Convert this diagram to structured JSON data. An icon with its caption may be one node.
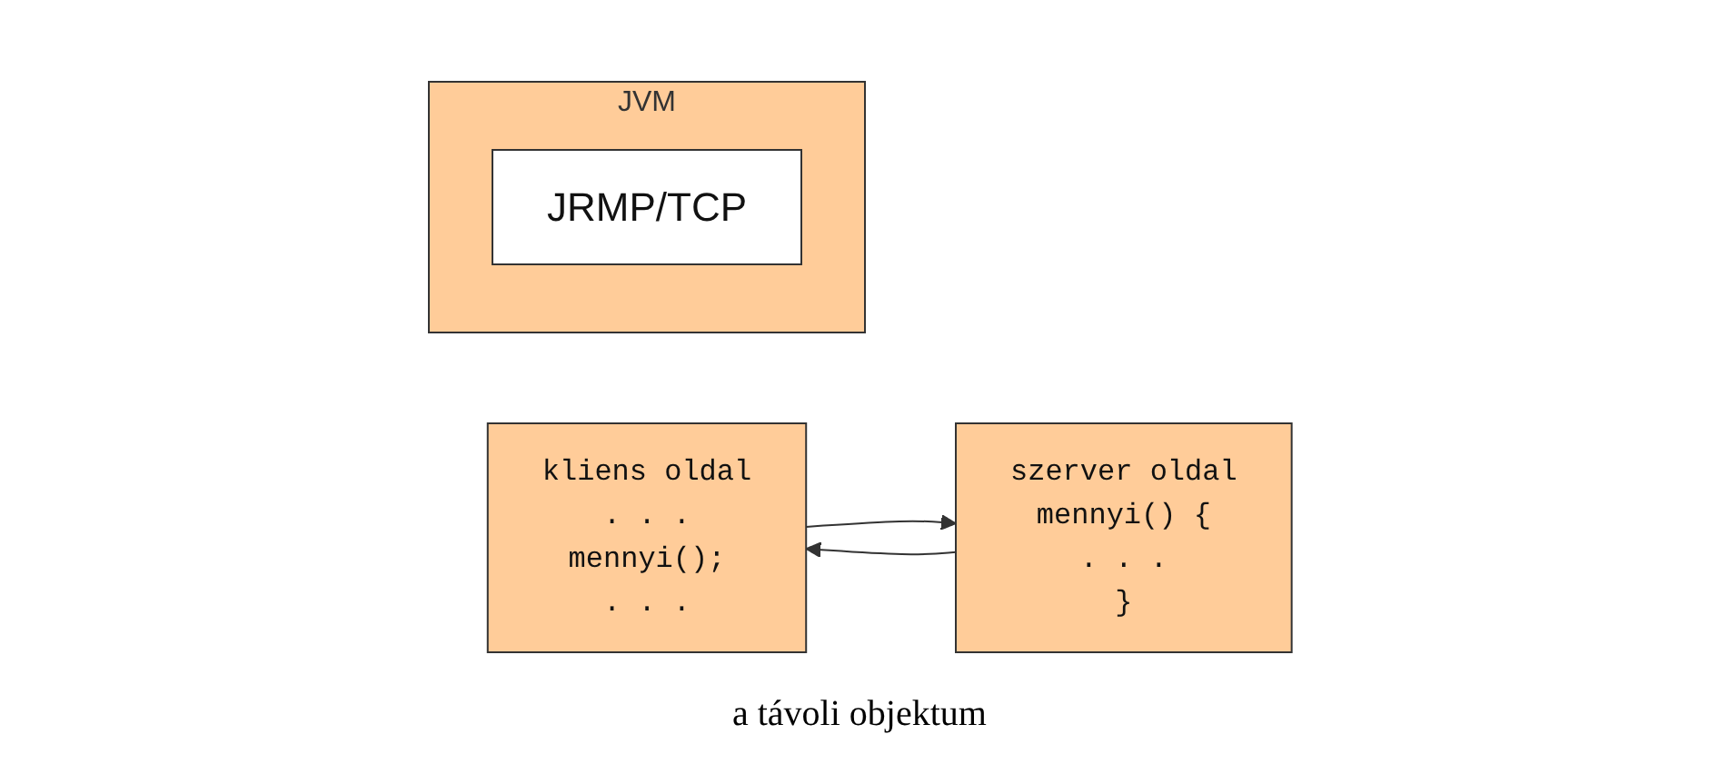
{
  "diagram": {
    "nodes": [
      {
        "text": [
          "kliens oldal",
          ". . .",
          "mennyi();",
          ". . ."
        ]
      },
      {
        "text": [
          "JVM"
        ]
      },
      {
        "text": [
          "JRMP/TCP"
        ],
        "in": 1
      },
      {
        "text": [
          "szerver oldal",
          "mennyi()  {",
          ". . .",
          "}"
        ],
        "beside": [
          "a távoli objektum"
        ]
      }
    ],
    "edges": [
      {
        "from": 0,
        "to": 3,
        "arrow": "to"
      },
      {
        "from": 3,
        "to": 0,
        "arrow": "to"
      }
    ]
  }
}
